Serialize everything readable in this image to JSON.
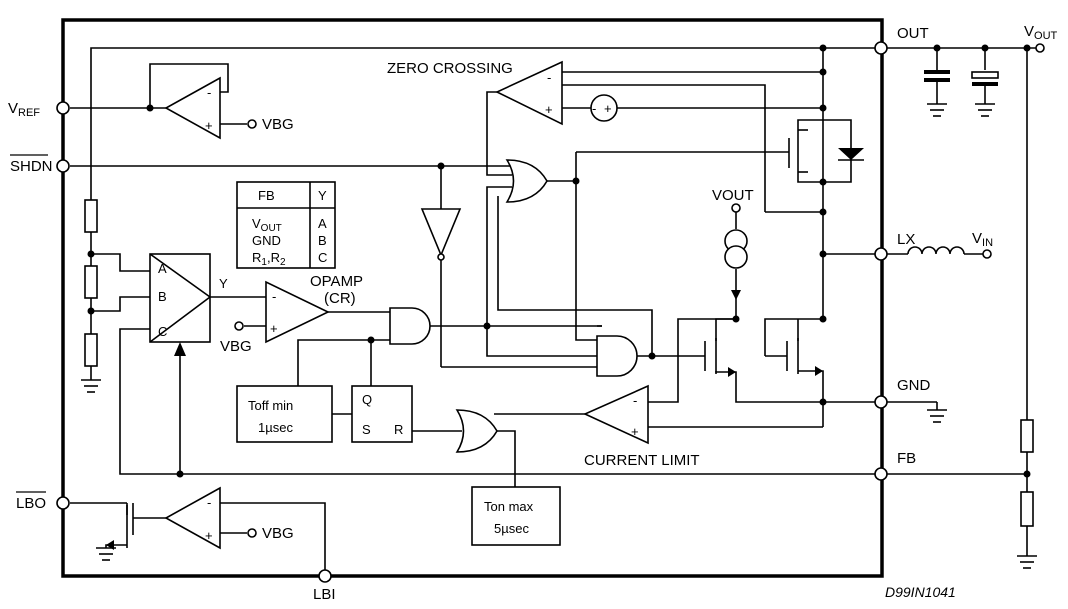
{
  "pins": {
    "vref": "V",
    "vref_sub": "REF",
    "shdn": "SHDN",
    "lbo": "LBO",
    "lbi": "LBI",
    "out": "OUT",
    "lx": "LX",
    "gnd": "GND",
    "fb": "FB"
  },
  "external": {
    "vout": "V",
    "vout_sub": "OUT",
    "vin": "V",
    "vin_sub": "IN"
  },
  "blocks": {
    "zero_crossing": "ZERO CROSSING",
    "opamp_line1": "OPAMP",
    "opamp_line2": "(CR)",
    "current_limit": "CURRENT LIMIT",
    "toff_line1": "Toff min",
    "toff_line2": "1µsec",
    "ton_line1": "Ton max",
    "ton_line2": "5µsec",
    "ff_q": "Q",
    "ff_s": "S",
    "ff_r": "R",
    "mux_a": "A",
    "mux_b": "B",
    "mux_c": "C",
    "mux_y": "Y",
    "vbg": "VBG",
    "vout_node": "VOUT",
    "minus": "-",
    "plus": "+"
  },
  "fb_table": {
    "header_fb": "FB",
    "header_y": "Y",
    "row1_fb": "V",
    "row1_fb_sub": "OUT",
    "row1_y": "A",
    "row2_fb": "GND",
    "row2_y": "B",
    "row3_fb_a": "R",
    "row3_fb_a_sub": "1",
    "row3_fb_sep": ",",
    "row3_fb_b": "R",
    "row3_fb_b_sub": "2",
    "row3_y": "C"
  },
  "drawing_id": "D99IN1041"
}
